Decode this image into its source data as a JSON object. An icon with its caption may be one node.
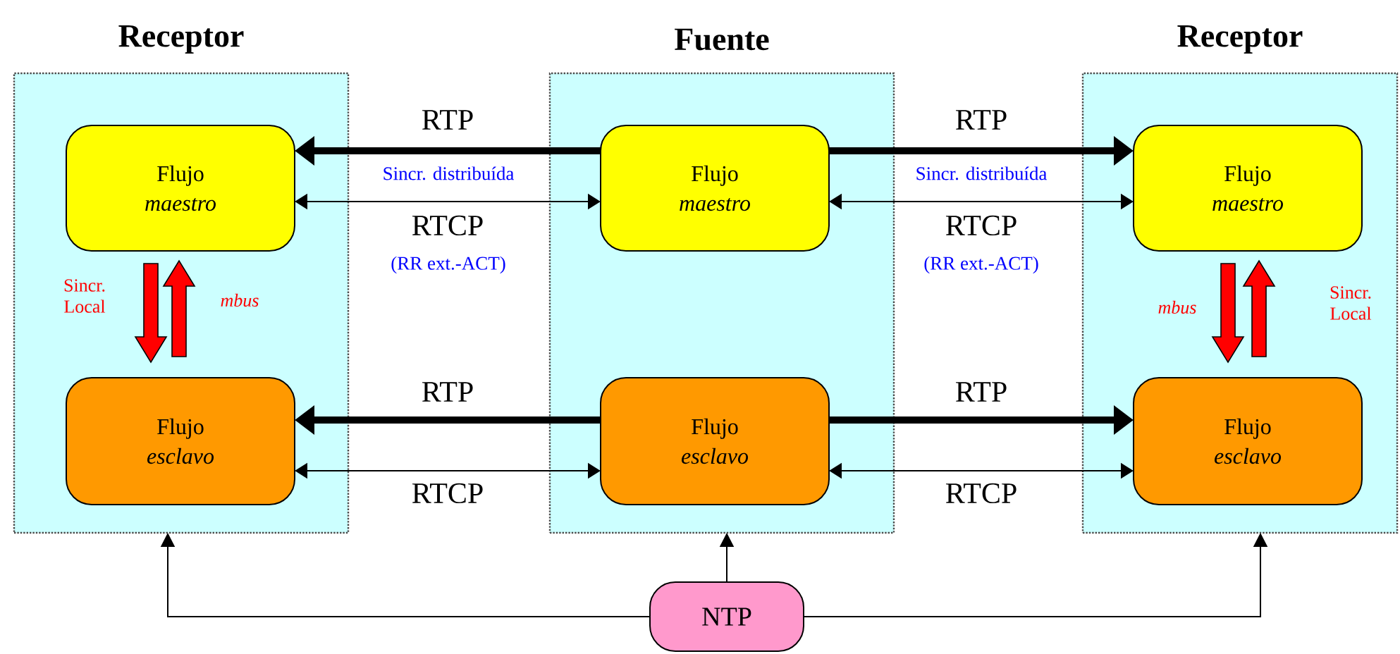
{
  "diagram": {
    "nodes": [
      {
        "text": [
          "Receptor"
        ]
      },
      {
        "text": [
          "Fuente"
        ]
      },
      {
        "text": [
          "Receptor"
        ]
      },
      {
        "text": [
          "Flujo",
          "maestro"
        ],
        "in": 0
      },
      {
        "text": [
          "Flujo",
          "esclavo"
        ],
        "in": 0
      },
      {
        "text": [
          "Flujo",
          "maestro"
        ],
        "in": 1
      },
      {
        "text": [
          "Flujo",
          "esclavo"
        ],
        "in": 1
      },
      {
        "text": [
          "Flujo",
          "maestro"
        ],
        "in": 2
      },
      {
        "text": [
          "Flujo",
          "esclavo"
        ],
        "in": 2
      },
      {
        "text": [
          "NTP"
        ]
      }
    ],
    "edges": [
      {
        "from": 5,
        "to": 3,
        "arrow": "to",
        "style": "thick",
        "label": "RTP"
      },
      {
        "from": 3,
        "to": 5,
        "arrow": "both",
        "label": "RTCP"
      },
      {
        "from": 5,
        "to": 7,
        "arrow": "to",
        "style": "thick",
        "label": "RTP"
      },
      {
        "from": 5,
        "to": 7,
        "arrow": "both",
        "label": "RTCP"
      },
      {
        "from": 6,
        "to": 4,
        "arrow": "to",
        "style": "thick",
        "label": "RTP"
      },
      {
        "from": 4,
        "to": 6,
        "arrow": "both",
        "label": "RTCP"
      },
      {
        "from": 6,
        "to": 8,
        "arrow": "to",
        "style": "thick",
        "label": "RTP"
      },
      {
        "from": 6,
        "to": 8,
        "arrow": "both",
        "label": "RTCP"
      },
      {
        "from": 3,
        "to": 4,
        "arrow": "to",
        "style": "thick",
        "color": "#ff0000",
        "label": "Sincr. Local"
      },
      {
        "from": 4,
        "to": 3,
        "arrow": "to",
        "style": "thick",
        "color": "#ff0000",
        "label": "mbus"
      },
      {
        "from": 7,
        "to": 8,
        "arrow": "to",
        "style": "thick",
        "color": "#ff0000",
        "label": "mbus"
      },
      {
        "from": 8,
        "to": 7,
        "arrow": "to",
        "style": "thick",
        "color": "#ff0000",
        "label": "Sincr. Local"
      },
      {
        "from": 9,
        "to": 0,
        "arrow": "to"
      },
      {
        "from": 9,
        "to": 1,
        "arrow": "to"
      },
      {
        "from": 9,
        "to": 2,
        "arrow": "to"
      }
    ],
    "labels": [
      "Sincr. distribuída",
      "(RR ext.-ACT)",
      "Sincr. distribuída",
      "(RR ext.-ACT)"
    ]
  }
}
